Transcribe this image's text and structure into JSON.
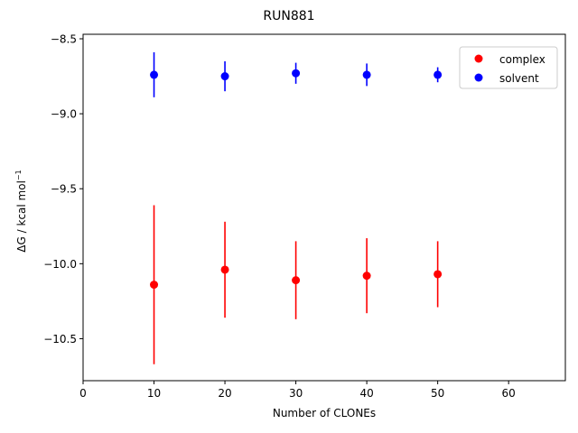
{
  "chart_data": {
    "type": "scatter",
    "title": "RUN881",
    "xlabel": "Number of CLONEs",
    "ylabel_main": "ΔG / kcal mol",
    "ylabel_sup": "−1",
    "xlim": [
      0,
      68
    ],
    "ylim": [
      -10.78,
      -8.47
    ],
    "xticks": [
      0,
      10,
      20,
      30,
      40,
      50,
      60
    ],
    "xtick_labels": [
      "0",
      "10",
      "20",
      "30",
      "40",
      "50",
      "60"
    ],
    "yticks": [
      -8.5,
      -9.0,
      -9.5,
      -10.0,
      -10.5
    ],
    "ytick_labels": [
      "−8.5",
      "−9.0",
      "−9.5",
      "−10.0",
      "−10.5"
    ],
    "grid": false,
    "legend_position": "top-right",
    "series": [
      {
        "name": "complex",
        "color": "#ff0000",
        "x": [
          10,
          20,
          30,
          40,
          50
        ],
        "y": [
          -10.14,
          -10.04,
          -10.11,
          -10.08,
          -10.07
        ],
        "yerr": [
          0.53,
          0.32,
          0.26,
          0.25,
          0.22
        ]
      },
      {
        "name": "solvent",
        "color": "#0000ff",
        "x": [
          10,
          20,
          30,
          40,
          50
        ],
        "y": [
          -8.74,
          -8.75,
          -8.73,
          -8.74,
          -8.74
        ],
        "yerr": [
          0.15,
          0.1,
          0.07,
          0.075,
          0.05
        ]
      }
    ]
  }
}
